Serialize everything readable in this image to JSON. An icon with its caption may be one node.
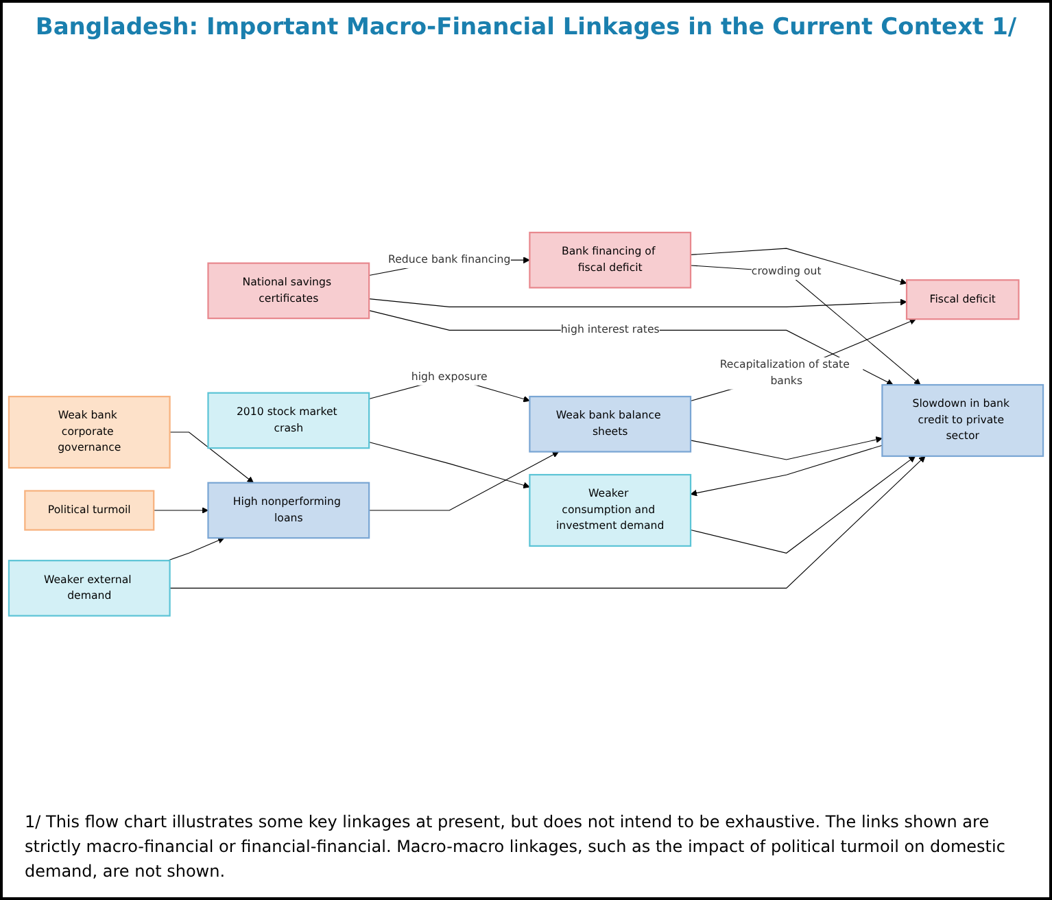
{
  "diagram": {
    "title": "Bangladesh: Important Macro-Financial Linkages in the Current Context 1/",
    "nodes": [
      {
        "text": [
          "Weaker consumption and investment demand"
        ]
      },
      {
        "text": [
          "Slowdown in bank credit to private sector"
        ]
      },
      {
        "text": [
          "National savings certificates"
        ]
      },
      {
        "text": [
          "2010 stock market crash"
        ]
      },
      {
        "text": [
          "Weak bank balance sheets"
        ]
      },
      {
        "text": [
          "Fiscal deficit"
        ]
      },
      {
        "text": [
          "Weaker external demand"
        ]
      },
      {
        "text": [
          "High nonperforming loans"
        ]
      },
      {
        "text": [
          "Bank financing of fiscal deficit"
        ]
      },
      {
        "text": [
          "Political turmoil"
        ]
      },
      {
        "text": [
          "Weak bank corporate governance"
        ]
      }
    ],
    "edges": [
      {
        "from": 0,
        "to": 1,
        "arrow": "to"
      },
      {
        "from": 1,
        "to": 0,
        "arrow": "to"
      },
      {
        "from": 2,
        "to": 1,
        "arrow": "to",
        "label": "high interest rates"
      },
      {
        "from": 3,
        "to": 0,
        "arrow": "to"
      },
      {
        "from": 3,
        "to": 4,
        "arrow": "to",
        "label": "high exposure"
      },
      {
        "from": 6,
        "to": 1,
        "arrow": "to"
      },
      {
        "from": 4,
        "to": 1,
        "arrow": "to"
      },
      {
        "from": 2,
        "to": 5,
        "arrow": "to"
      },
      {
        "from": 2,
        "to": 8,
        "arrow": "to",
        "label": "Reduce bank financing"
      },
      {
        "from": 4,
        "to": 5,
        "arrow": "to",
        "label": "Recapitalization of state banks"
      },
      {
        "from": 8,
        "to": 1,
        "arrow": "to",
        "label": "crowding out"
      },
      {
        "from": 8,
        "to": 5,
        "arrow": "to"
      },
      {
        "from": 6,
        "to": 7,
        "arrow": "to"
      },
      {
        "from": 7,
        "to": 4,
        "arrow": "to"
      },
      {
        "from": 9,
        "to": 7,
        "arrow": "to"
      },
      {
        "from": 10,
        "to": 7,
        "arrow": "to"
      }
    ],
    "caption": "1/ This flow chart illustrates some key linkages at present, but does not intend to be exhaustive. The links shown are strictly macro-financial or financial-financial. Macro-macro linkages, such as the impact of political turmoil on domestic demand, are not shown."
  }
}
